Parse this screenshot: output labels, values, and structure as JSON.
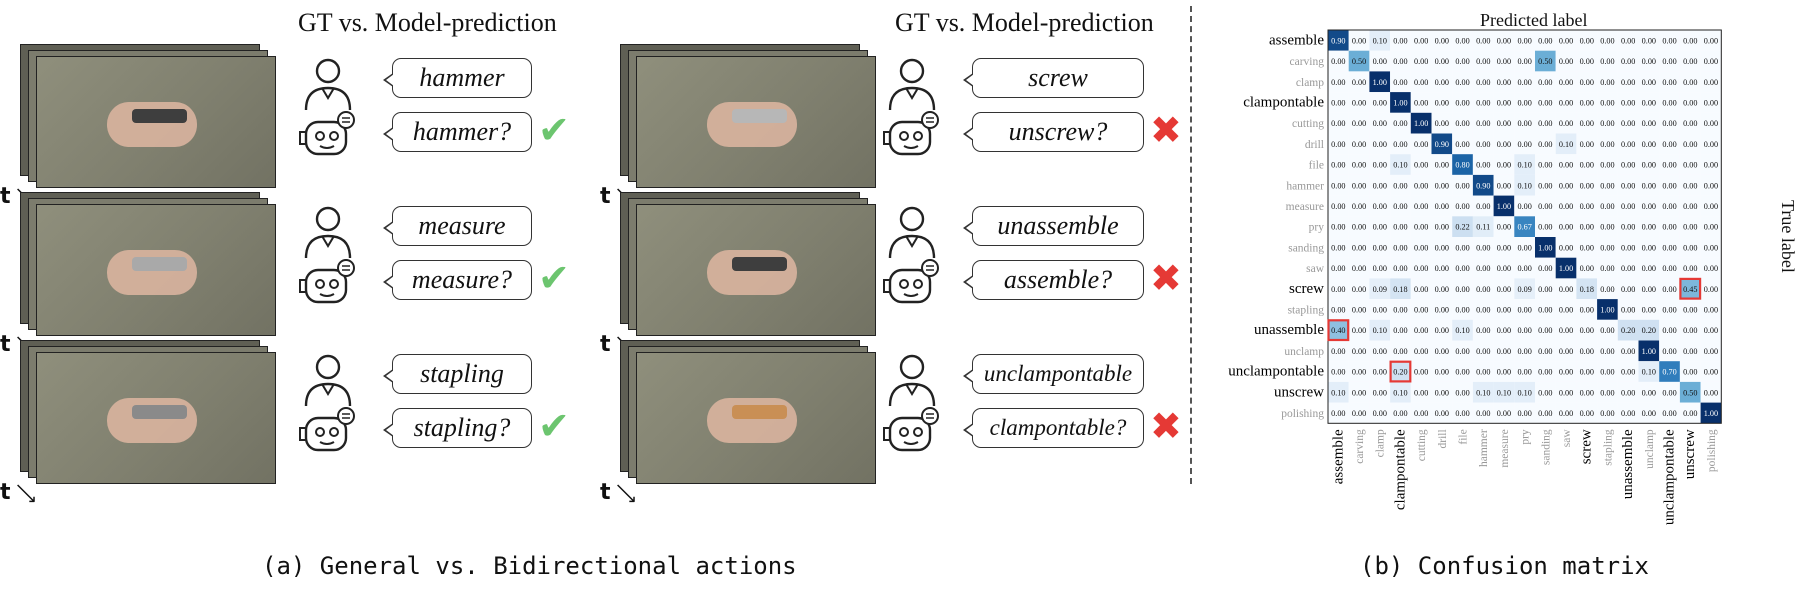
{
  "panel_a": {
    "caption": "(a) General vs. Bidirectional actions",
    "columns": [
      {
        "title": "GT vs. Model-prediction",
        "rows": [
          {
            "gt": "hammer",
            "pred": "hammer?",
            "correct": true
          },
          {
            "gt": "measure",
            "pred": "measure?",
            "correct": true
          },
          {
            "gt": "stapling",
            "pred": "stapling?",
            "correct": true
          }
        ]
      },
      {
        "title": "GT vs. Model-prediction",
        "rows": [
          {
            "gt": "screw",
            "pred": "unscrew?",
            "correct": false
          },
          {
            "gt": "unassemble",
            "pred": "assemble?",
            "correct": false
          },
          {
            "gt": "unclampontable",
            "pred": "clampontable?",
            "correct": false
          }
        ]
      }
    ],
    "time_label": "t",
    "check_glyph": "✔",
    "cross_glyph": "✖",
    "colors": {
      "check": "#6cc56f",
      "cross": "#e53935"
    }
  },
  "panel_b": {
    "caption": "(b) Confusion matrix",
    "title": "Predicted label",
    "ylabel": "True label",
    "labels": [
      "assemble",
      "carving",
      "clamp",
      "clampontable",
      "cutting",
      "drill",
      "file",
      "hammer",
      "measure",
      "pry",
      "sanding",
      "saw",
      "screw",
      "stapling",
      "unassemble",
      "unclamp",
      "unclampontable",
      "unscrew",
      "polishing"
    ],
    "bold_labels": [
      "assemble",
      "clampontable",
      "screw",
      "unassemble",
      "unclampontable",
      "unscrew"
    ],
    "highlight_cells": [
      [
        12,
        17
      ],
      [
        14,
        0
      ],
      [
        16,
        3
      ]
    ],
    "colors": {
      "dark": "#08306b",
      "light": "#f7fbff",
      "highlight": "#e53935",
      "label_dim": "#999999"
    }
  },
  "chart_data": {
    "type": "heatmap",
    "title": "Predicted label",
    "xlabel": "Predicted label",
    "ylabel": "True label",
    "rows": [
      "assemble",
      "carving",
      "clamp",
      "clampontable",
      "cutting",
      "drill",
      "file",
      "hammer",
      "measure",
      "pry",
      "sanding",
      "saw",
      "screw",
      "stapling",
      "unassemble",
      "unclamp",
      "unclampontable",
      "unscrew",
      "polishing"
    ],
    "cols": [
      "assemble",
      "carving",
      "clamp",
      "clampontable",
      "cutting",
      "drill",
      "file",
      "hammer",
      "measure",
      "pry",
      "sanding",
      "saw",
      "screw",
      "stapling",
      "unassemble",
      "unclamp",
      "unclampontable",
      "unscrew",
      "polishing"
    ],
    "values": [
      [
        0.9,
        0.0,
        0.1,
        0.0,
        0.0,
        0.0,
        0.0,
        0.0,
        0.0,
        0.0,
        0.0,
        0.0,
        0.0,
        0.0,
        0.0,
        0.0,
        0.0,
        0.0,
        0.0
      ],
      [
        0.0,
        0.5,
        0.0,
        0.0,
        0.0,
        0.0,
        0.0,
        0.0,
        0.0,
        0.0,
        0.5,
        0.0,
        0.0,
        0.0,
        0.0,
        0.0,
        0.0,
        0.0,
        0.0
      ],
      [
        0.0,
        0.0,
        1.0,
        0.0,
        0.0,
        0.0,
        0.0,
        0.0,
        0.0,
        0.0,
        0.0,
        0.0,
        0.0,
        0.0,
        0.0,
        0.0,
        0.0,
        0.0,
        0.0
      ],
      [
        0.0,
        0.0,
        0.0,
        1.0,
        0.0,
        0.0,
        0.0,
        0.0,
        0.0,
        0.0,
        0.0,
        0.0,
        0.0,
        0.0,
        0.0,
        0.0,
        0.0,
        0.0,
        0.0
      ],
      [
        0.0,
        0.0,
        0.0,
        0.0,
        1.0,
        0.0,
        0.0,
        0.0,
        0.0,
        0.0,
        0.0,
        0.0,
        0.0,
        0.0,
        0.0,
        0.0,
        0.0,
        0.0,
        0.0
      ],
      [
        0.0,
        0.0,
        0.0,
        0.0,
        0.0,
        0.9,
        0.0,
        0.0,
        0.0,
        0.0,
        0.0,
        0.1,
        0.0,
        0.0,
        0.0,
        0.0,
        0.0,
        0.0,
        0.0
      ],
      [
        0.0,
        0.0,
        0.0,
        0.1,
        0.0,
        0.0,
        0.8,
        0.0,
        0.0,
        0.1,
        0.0,
        0.0,
        0.0,
        0.0,
        0.0,
        0.0,
        0.0,
        0.0,
        0.0
      ],
      [
        0.0,
        0.0,
        0.0,
        0.0,
        0.0,
        0.0,
        0.0,
        0.9,
        0.0,
        0.1,
        0.0,
        0.0,
        0.0,
        0.0,
        0.0,
        0.0,
        0.0,
        0.0,
        0.0
      ],
      [
        0.0,
        0.0,
        0.0,
        0.0,
        0.0,
        0.0,
        0.0,
        0.0,
        1.0,
        0.0,
        0.0,
        0.0,
        0.0,
        0.0,
        0.0,
        0.0,
        0.0,
        0.0,
        0.0
      ],
      [
        0.0,
        0.0,
        0.0,
        0.0,
        0.0,
        0.0,
        0.22,
        0.11,
        0.0,
        0.67,
        0.0,
        0.0,
        0.0,
        0.0,
        0.0,
        0.0,
        0.0,
        0.0,
        0.0
      ],
      [
        0.0,
        0.0,
        0.0,
        0.0,
        0.0,
        0.0,
        0.0,
        0.0,
        0.0,
        0.0,
        1.0,
        0.0,
        0.0,
        0.0,
        0.0,
        0.0,
        0.0,
        0.0,
        0.0
      ],
      [
        0.0,
        0.0,
        0.0,
        0.0,
        0.0,
        0.0,
        0.0,
        0.0,
        0.0,
        0.0,
        0.0,
        1.0,
        0.0,
        0.0,
        0.0,
        0.0,
        0.0,
        0.0,
        0.0
      ],
      [
        0.0,
        0.0,
        0.09,
        0.18,
        0.0,
        0.0,
        0.0,
        0.0,
        0.0,
        0.09,
        0.0,
        0.0,
        0.18,
        0.0,
        0.0,
        0.0,
        0.0,
        0.45,
        0.0
      ],
      [
        0.0,
        0.0,
        0.0,
        0.0,
        0.0,
        0.0,
        0.0,
        0.0,
        0.0,
        0.0,
        0.0,
        0.0,
        0.0,
        1.0,
        0.0,
        0.0,
        0.0,
        0.0,
        0.0
      ],
      [
        0.4,
        0.0,
        0.1,
        0.0,
        0.0,
        0.0,
        0.1,
        0.0,
        0.0,
        0.0,
        0.0,
        0.0,
        0.0,
        0.0,
        0.2,
        0.2,
        0.0,
        0.0,
        0.0
      ],
      [
        0.0,
        0.0,
        0.0,
        0.0,
        0.0,
        0.0,
        0.0,
        0.0,
        0.0,
        0.0,
        0.0,
        0.0,
        0.0,
        0.0,
        0.0,
        1.0,
        0.0,
        0.0,
        0.0
      ],
      [
        0.0,
        0.0,
        0.0,
        0.2,
        0.0,
        0.0,
        0.0,
        0.0,
        0.0,
        0.0,
        0.0,
        0.0,
        0.0,
        0.0,
        0.0,
        0.1,
        0.7,
        0.0,
        0.0
      ],
      [
        0.1,
        0.0,
        0.0,
        0.1,
        0.0,
        0.0,
        0.0,
        0.1,
        0.1,
        0.1,
        0.0,
        0.0,
        0.0,
        0.0,
        0.0,
        0.0,
        0.0,
        0.5,
        0.0
      ],
      [
        0.0,
        0.0,
        0.0,
        0.0,
        0.0,
        0.0,
        0.0,
        0.0,
        0.0,
        0.0,
        0.0,
        0.0,
        0.0,
        0.0,
        0.0,
        0.0,
        0.0,
        0.0,
        1.0
      ]
    ],
    "value_range": [
      0,
      1
    ]
  }
}
